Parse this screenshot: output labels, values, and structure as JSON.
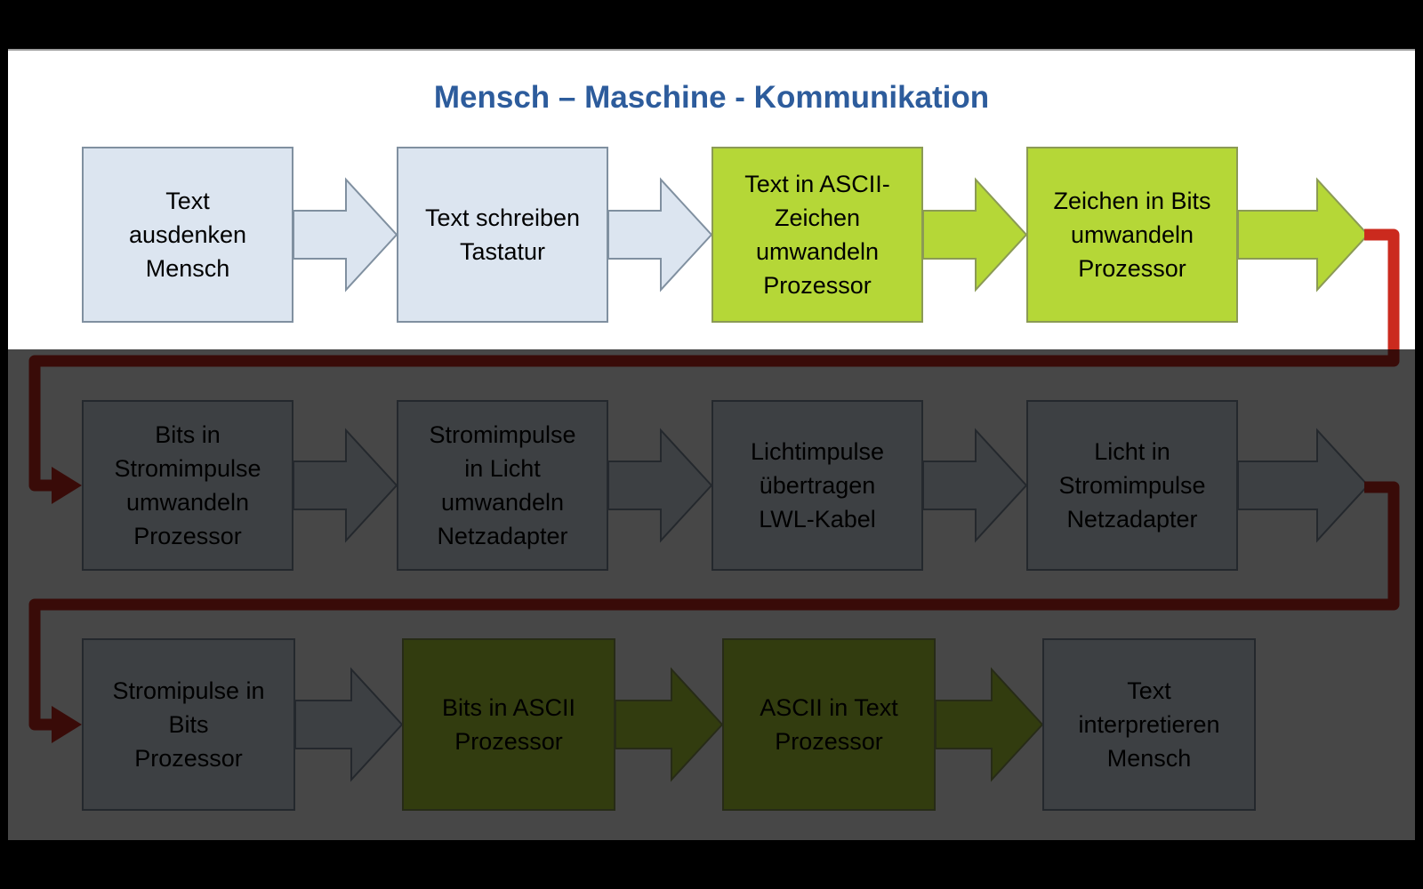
{
  "title": "Mensch – Maschine - Kommunikation",
  "colors": {
    "title_blue": "#2d5c9c",
    "box_blue": "#dce5f0",
    "box_green": "#b5d737",
    "connector_red": "#cb2a1e",
    "dim_overlay": "rgba(0,0,0,0.72)",
    "frame": "#000000"
  },
  "rows": [
    {
      "boxes": [
        {
          "label": "Text\nausdenken\nMensch",
          "variant": "blue"
        },
        {
          "label": "Text schreiben\nTastatur",
          "variant": "blue"
        },
        {
          "label": "Text in ASCII-\nZeichen\numwandeln\nProzessor",
          "variant": "green"
        },
        {
          "label": "Zeichen in Bits\numwandeln\nProzessor",
          "variant": "green"
        }
      ]
    },
    {
      "boxes": [
        {
          "label": "Bits in\nStromimpulse\numwandeln\nProzessor",
          "variant": "blue"
        },
        {
          "label": "Stromimpulse\nin Licht\numwandeln\nNetzadapter",
          "variant": "blue"
        },
        {
          "label": "Lichtimpulse\nübertragen\nLWL-Kabel",
          "variant": "blue"
        },
        {
          "label": "Licht in\nStromimpulse\nNetzadapter",
          "variant": "blue"
        }
      ]
    },
    {
      "boxes": [
        {
          "label": "Stromipulse in\nBits\nProzessor",
          "variant": "blue"
        },
        {
          "label": "Bits in ASCII\nProzessor",
          "variant": "green"
        },
        {
          "label": "ASCII in Text\nProzessor",
          "variant": "green"
        },
        {
          "label": "Text\ninterpretieren\nMensch",
          "variant": "blue"
        }
      ]
    }
  ]
}
